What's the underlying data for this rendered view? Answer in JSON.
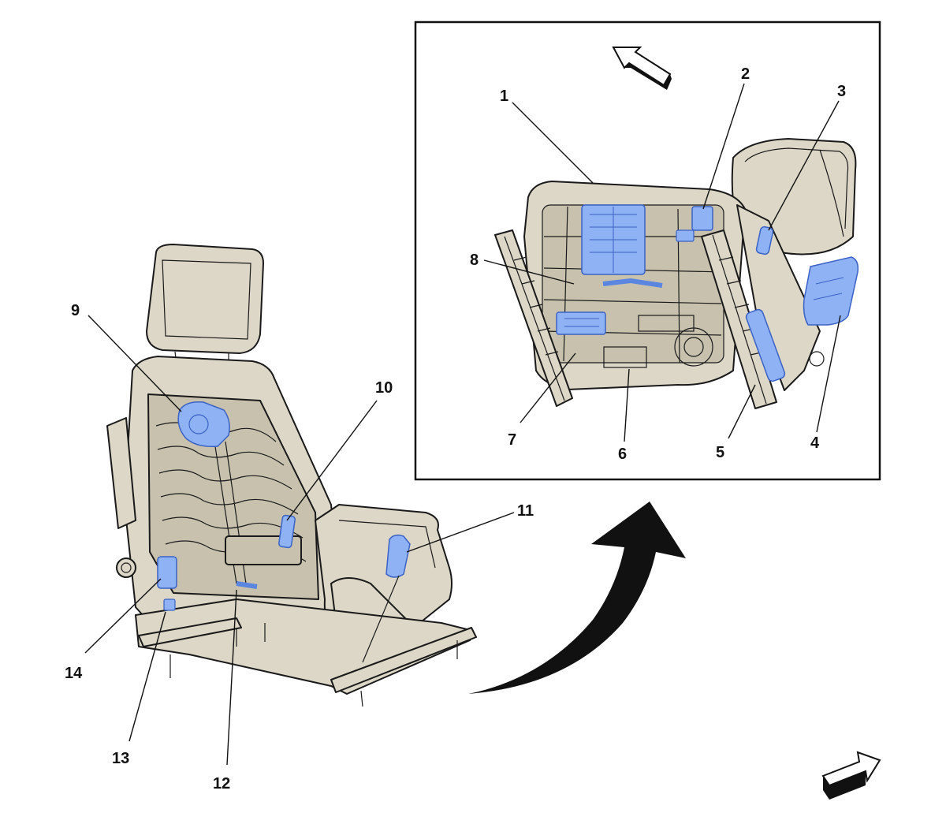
{
  "colors": {
    "seat_fill": "#dcd7c7",
    "seat_shade": "#c7c1ae",
    "frame_dark": "#2a2a2a",
    "highlight_blue": "#8fb2f5",
    "highlight_blue_dark": "#5a86e0",
    "line": "#111111",
    "background": "#ffffff"
  },
  "icons": {
    "view_arrow_inset": "hollow-direction-arrow",
    "view_arrow_main": "hollow-direction-arrow",
    "transition_arrow": "curved-arrow"
  },
  "callouts": {
    "c1": "1",
    "c2": "2",
    "c3": "3",
    "c4": "4",
    "c5": "5",
    "c6": "6",
    "c7": "7",
    "c8": "8",
    "c9": "9",
    "c10": "10",
    "c11": "11",
    "c12": "12",
    "c13": "13",
    "c14": "14"
  }
}
